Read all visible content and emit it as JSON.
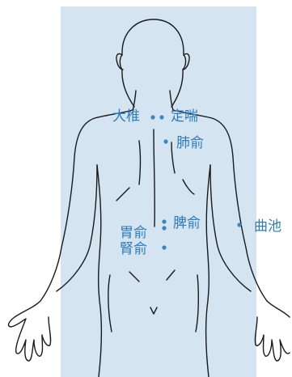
{
  "colors": {
    "background": "#d4e4f0",
    "outline": "#1a1a1a",
    "acupoint": "#3a86c2",
    "label": "#2e7bbd"
  },
  "acupoints": [
    {
      "id": "dazhui",
      "label": "大椎"
    },
    {
      "id": "dingchuan",
      "label": "定喘"
    },
    {
      "id": "feishu",
      "label": "肺俞"
    },
    {
      "id": "pishu",
      "label": "脾俞"
    },
    {
      "id": "weishu",
      "label": "胃俞"
    },
    {
      "id": "shenshu",
      "label": "腎俞"
    },
    {
      "id": "quchi",
      "label": "曲池"
    }
  ]
}
